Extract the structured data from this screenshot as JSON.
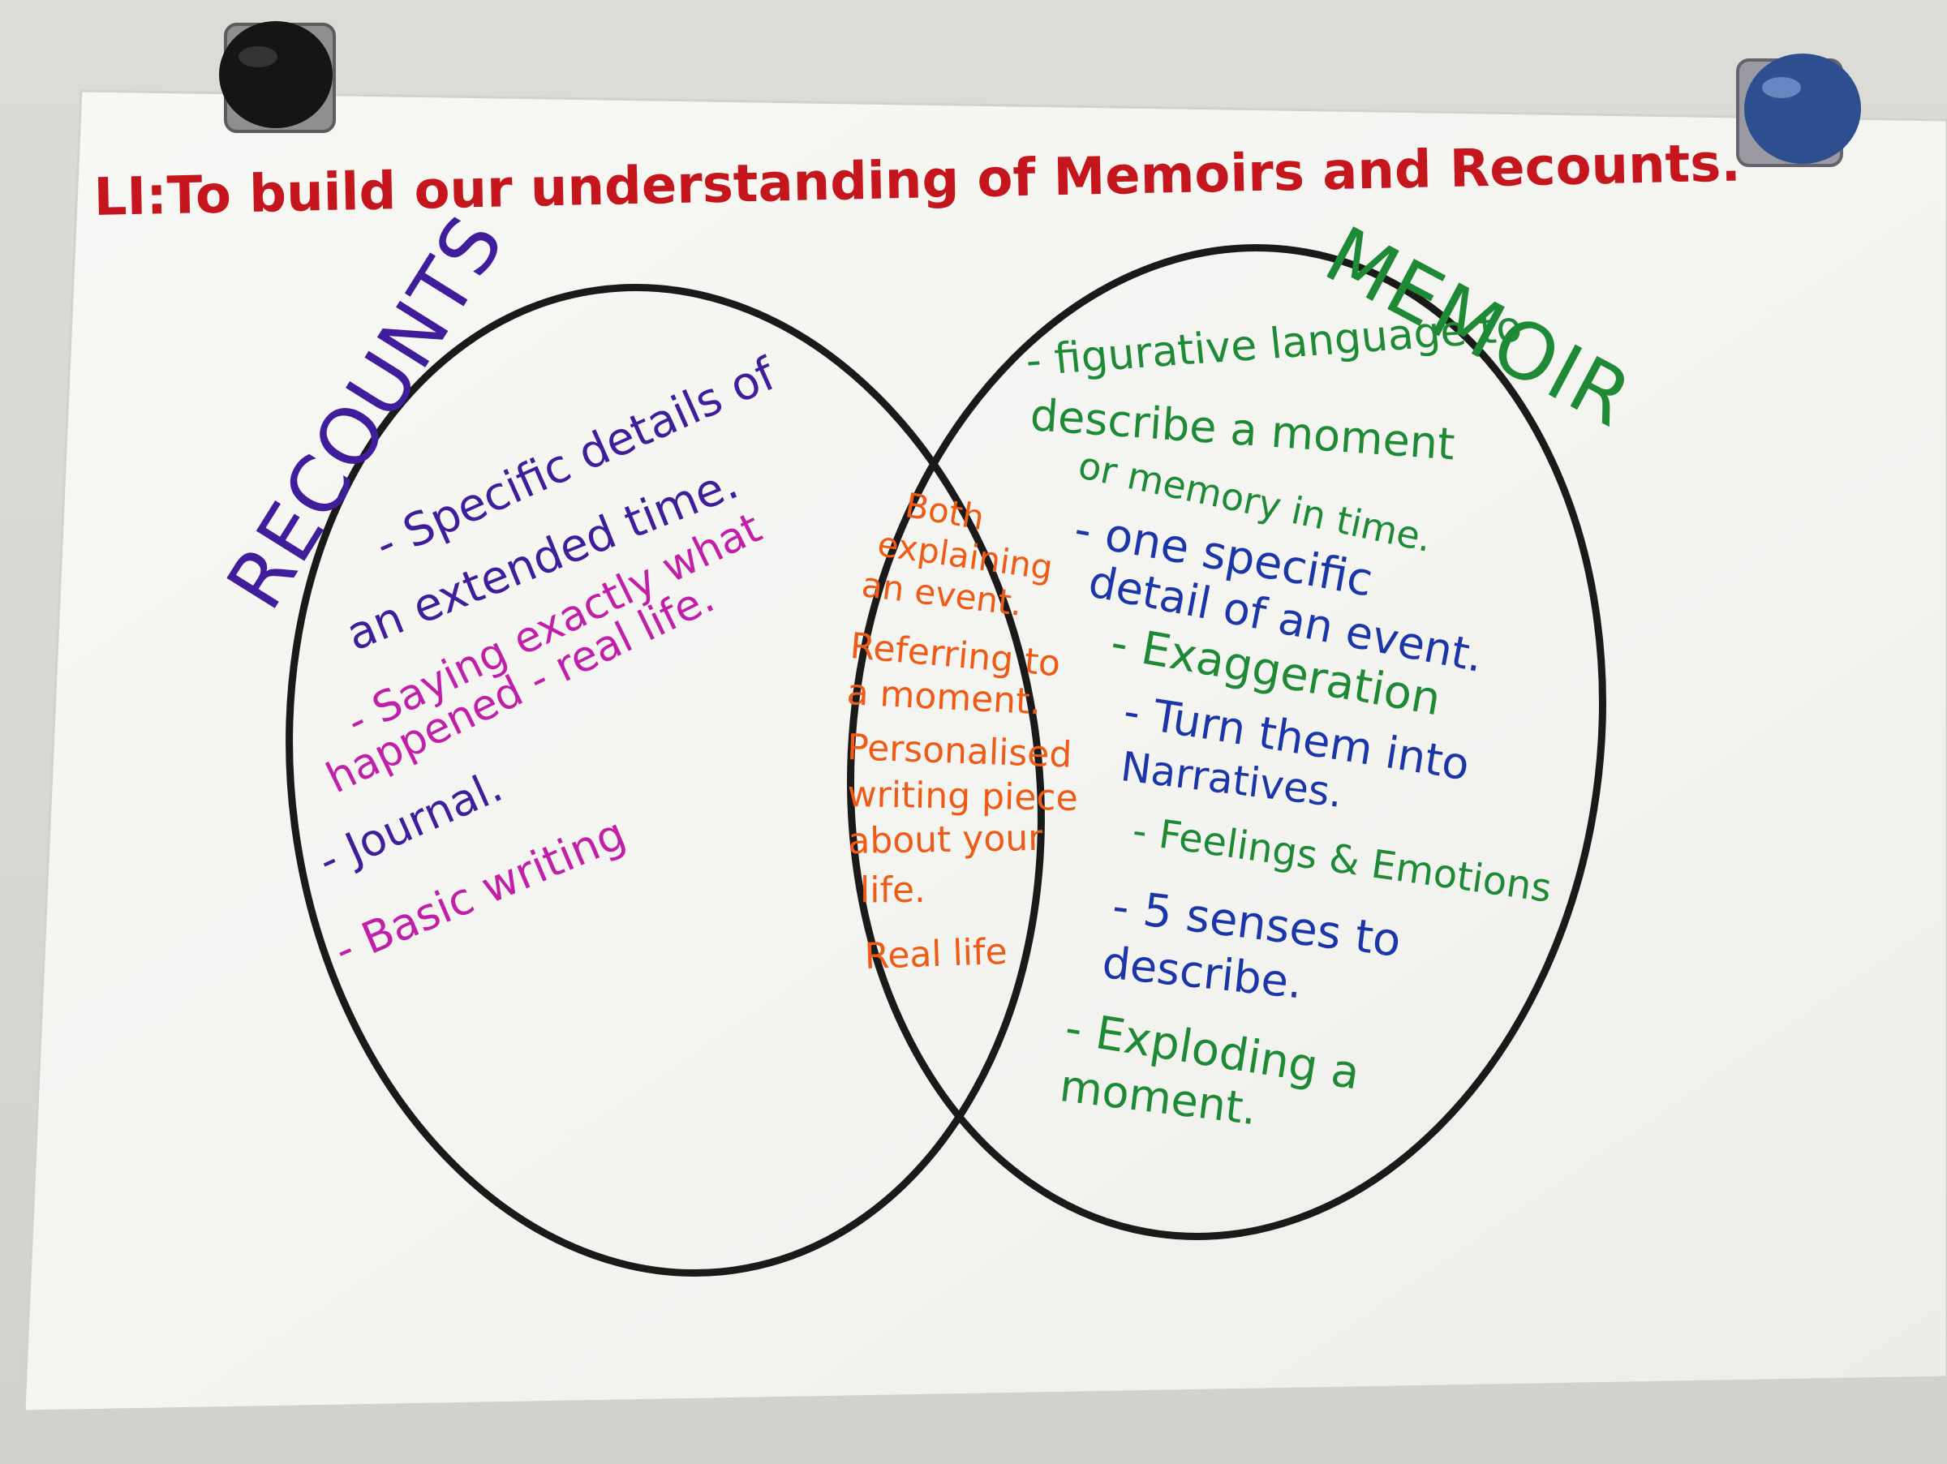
{
  "chart_title": "LI:To build our understanding of Memoirs and Recounts.",
  "sets": {
    "left": {
      "label": "RECOUNTS",
      "items": [
        "- Specific details of",
        "an extended time.",
        "- Saying exactly what",
        "happened - real life.",
        "- Journal.",
        "- Basic writing"
      ]
    },
    "right": {
      "label": "MEMOIR",
      "items": [
        "- figurative language to",
        "describe a moment",
        "or memory in time.",
        "- one specific",
        "detail of an event.",
        "- Exaggeration",
        "- Turn them into",
        "Narratives.",
        "- Feelings & Emotions",
        "- 5 senses to",
        "describe.",
        "- Exploding a",
        "moment."
      ]
    },
    "overlap": {
      "items": [
        "Both",
        "explaining",
        "an event.",
        "Referring to",
        "a moment.",
        "Personalised",
        "writing piece",
        "about your",
        "life.",
        "Real life"
      ]
    }
  },
  "colors": {
    "title": "#c4161c",
    "recounts_label": "#3f1d9b",
    "memoir_label": "#1e8a36",
    "overlap_text": "#ef5a16",
    "pink_text": "#c21fa8",
    "blue_text": "#1b36a8",
    "circle_outline": "#1a1a1a"
  },
  "icons": [
    "magnet-icon-black",
    "magnet-icon-blue"
  ]
}
